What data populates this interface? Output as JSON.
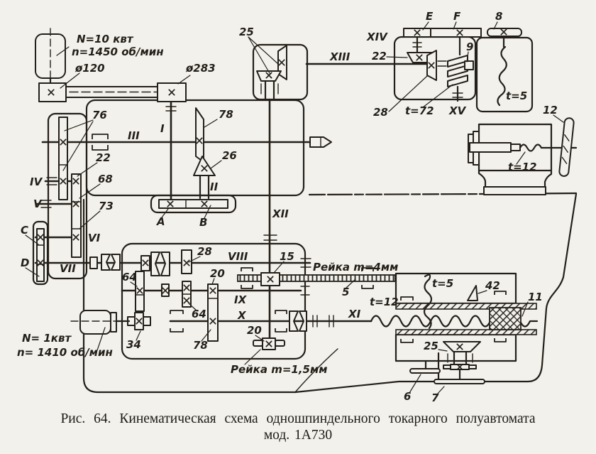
{
  "figure_caption": {
    "line1": "Рис. 64. Кинематическая схема одношпиндельного токарного полуавтомата",
    "line2": "мод. 1А730"
  },
  "colors": {
    "ink": "#242019",
    "paper": "#f2f1ec"
  },
  "main_drive": {
    "motor_power": "N=10 квт",
    "motor_speed": "n=1450 об/мин",
    "pulley_small_dia": "ø120",
    "pulley_large_dia": "ø283",
    "bevel_pair": "25"
  },
  "headstock": {
    "shaft_i": "I",
    "shaft_ii": "II",
    "shaft_iii": "III",
    "shaft_iv": "IV",
    "shaft_v": "V",
    "shaft_vi": "VI",
    "shaft_vii": "VII",
    "gear_block": "76",
    "gear_a": "22",
    "gear_b": "68",
    "gear_c": "73",
    "disc_c": "C",
    "disc_d": "D",
    "cone_upper": "78",
    "cone_lower": "26",
    "pulley_a": "A",
    "pulley_b": "B"
  },
  "camshaft_unit": {
    "shaft_xiii": "XIII",
    "shaft_xiv": "XIV",
    "shaft_xv": "XV",
    "bevel_small": "22",
    "bevel_large": "28",
    "drum_e": "E",
    "drum_f": "F",
    "cam_disc": "8",
    "follower": "9",
    "worm": "t=72",
    "cam_profile": "t=5"
  },
  "tailstock": {
    "handwheel": "12",
    "screw": "t=12"
  },
  "feed_gearbox": {
    "shaft_viii": "VIII",
    "shaft_ix": "IX",
    "shaft_x": "X",
    "shaft_xii": "XII",
    "gear_28": "28",
    "gear_64a": "64",
    "gear_64b": "64",
    "gear_20a": "20",
    "gear_20b": "20",
    "gear_34": "34",
    "gear_78": "78",
    "gear_15": "15",
    "rack_main": "Рейка m=4мм",
    "rack_ref": "5",
    "rack_small": "Рейка m=1,5мм"
  },
  "feed_motor": {
    "power": "N= 1квт",
    "speed": "n= 1410 об/мин"
  },
  "carriage": {
    "shaft_xi": "XI",
    "worm": "t=12",
    "cam": "t=5",
    "wedge": "42",
    "nut": "11",
    "bevel": "25",
    "handle_a": "6",
    "handle_b": "7"
  }
}
